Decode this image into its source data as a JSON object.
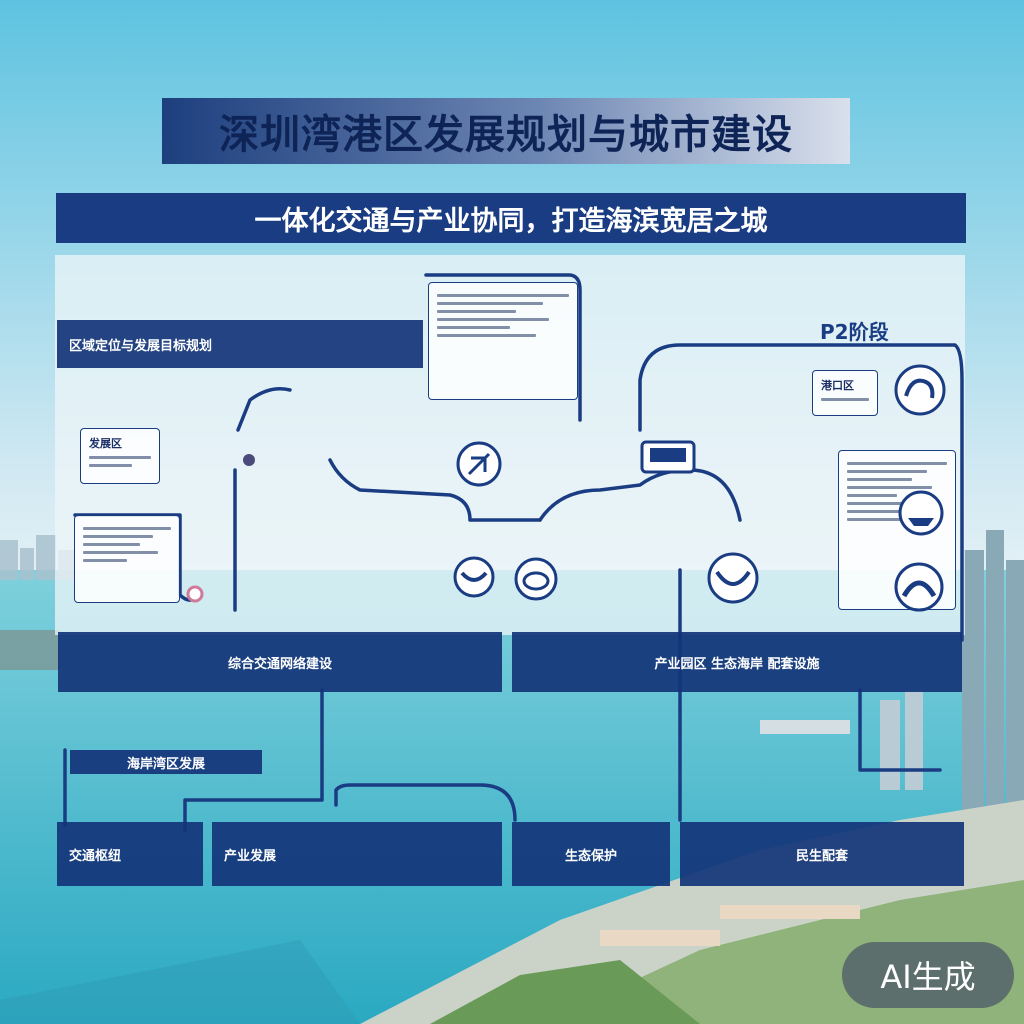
{
  "title": "深圳湾港区发展规划与城市建设",
  "subtitle": "一体化交通与产业协同，打造海滨宽居之城",
  "corner_label": "P2阶段",
  "ai_badge": "AI生成",
  "blocks": {
    "left_header": "区域定位与发展目标规划",
    "mid_left": "综合交通网络建设",
    "mid_right": "产业园区 生态海岸 配套设施",
    "small_header": "海岸湾区发展",
    "bottom_1": "交通枢纽",
    "bottom_2": "产业发展",
    "bottom_3": "生态保护",
    "bottom_4": "民生配套"
  },
  "cards": {
    "left_card_label": "发展区",
    "right_card_label": "港口区"
  },
  "colors": {
    "navy": "#1a3c82",
    "sky": "#bfe3f2",
    "sea": "#37b5c8"
  }
}
